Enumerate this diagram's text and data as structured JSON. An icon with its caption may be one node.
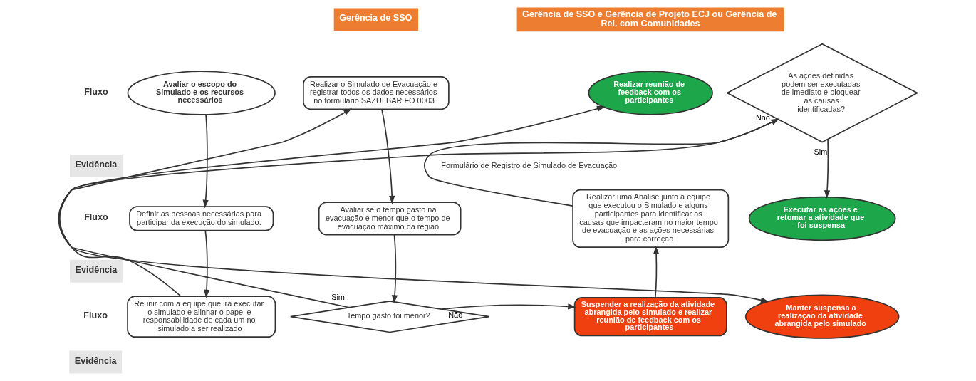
{
  "diagram": {
    "nodes": [
      {
        "text": [
          "Avaliar o escopo do Simulado e os recursos necessários"
        ]
      },
      {
        "text": [
          "Definir as pessoas necessárias para participar da execução do simulado."
        ]
      },
      {
        "text": [
          "Reunir com a equipe que irá executar o simulado e alinhar o papel e responsabilidade de cada um no simulado a ser realizado"
        ]
      },
      {
        "text": [
          "Realizar o Simulado de Evacuação e registrar todos os dados necessários no formulário SAZULBAR FO 0003"
        ]
      },
      {
        "text": [
          "Avaliar se o tempo gasto na evacuação é menor que o tempo de evacuação máximo da região"
        ]
      },
      {
        "text": [
          "Tempo gasto foi menor?"
        ]
      },
      {
        "text": [
          "Realizar reunião de feedback com os participantes"
        ]
      },
      {
        "text": [
          "Suspender a realização da atividade abrangida pelo simulado e realizar reunião de feedback com os participantes"
        ]
      },
      {
        "text": [
          "Realizar uma Análise junto a equipe que executou o Simulado e alguns participantes para identificar as causas que impacteram no maior tempo de evacuação e as ações necessárias para correção"
        ]
      },
      {
        "text": [
          "As ações definidas podem ser executadas de imediato e bloquear as causas identificadas?"
        ]
      },
      {
        "text": [
          "Executar as ações e retomar a atividade que foi suspensa"
        ]
      },
      {
        "text": [
          "Manter suspensa a realização da atividade abrangida pelo simulado"
        ]
      }
    ],
    "edges": [
      {
        "from": 0,
        "to": 1,
        "arrow": "to"
      },
      {
        "from": 1,
        "to": 2,
        "arrow": "to"
      },
      {
        "from": 2,
        "to": 3,
        "arrow": "to"
      },
      {
        "from": 3,
        "to": 4,
        "arrow": "to"
      },
      {
        "from": 4,
        "to": 5,
        "arrow": "to"
      },
      {
        "from": 5,
        "to": 6,
        "arrow": "to",
        "label": "Sim"
      },
      {
        "from": 5,
        "to": 7,
        "arrow": "to",
        "label": "Não"
      },
      {
        "from": 7,
        "to": 8,
        "arrow": "to"
      },
      {
        "from": 8,
        "to": 9,
        "arrow": "to"
      },
      {
        "from": 9,
        "to": 10,
        "arrow": "to",
        "label": "Sim"
      },
      {
        "from": 9,
        "to": 11,
        "arrow": "to",
        "label": "Não"
      }
    ],
    "labels": [
      "Gerência de SSO",
      "Gerência de SSO e Gerência de Projeto ECJ ou Gerência de Rel. com Comunidades",
      "Fluxo",
      "Evidência",
      "Formulário de Registro de Simulado de Evacuação",
      "Fluxo",
      "Evidência",
      "Fluxo",
      "Evidência"
    ]
  }
}
